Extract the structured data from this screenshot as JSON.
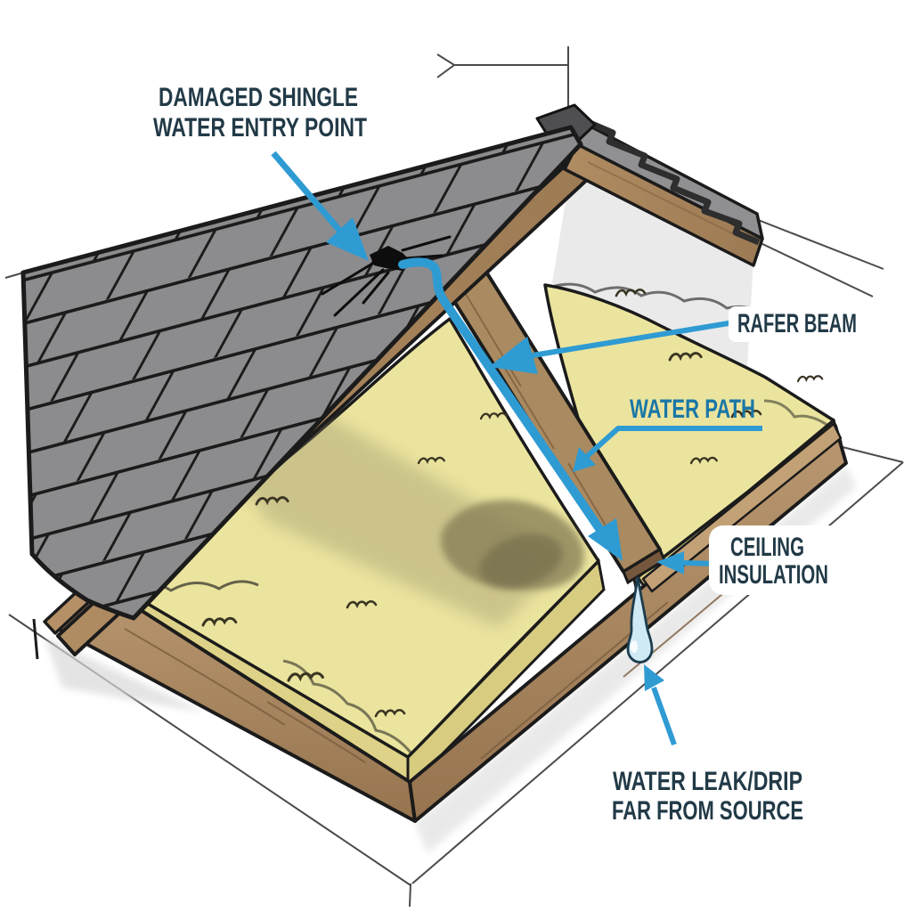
{
  "diagram": {
    "type": "roof-leak-cutaway-illustration",
    "labels": {
      "damaged_shingle": {
        "line1": "DAMAGED SHINGLE",
        "line2": "WATER ENTRY POINT"
      },
      "rafter_beam": "RAFER BEAM",
      "water_path": "WATER PATH",
      "ceiling_insulation": {
        "line1": "CEILING",
        "line2": "INSULATION"
      },
      "water_leak": {
        "line1": "WATER LEAK/DRIP",
        "line2": "FAR FROM SOURCE"
      }
    },
    "annotations": [
      {
        "label": "DAMAGED SHINGLE WATER ENTRY POINT",
        "arrow": "points down-right at cracked shingle"
      },
      {
        "label": "RAFER BEAM",
        "arrow": "points down-left at wooden rafter"
      },
      {
        "label": "WATER PATH",
        "arrow": "points down-left at blue water line on rafter"
      },
      {
        "label": "CEILING INSULATION",
        "arrow": "points left at insulation near rafter end"
      },
      {
        "label": "WATER LEAK/DRIP FAR FROM SOURCE",
        "arrow": "points up at hanging water drop"
      }
    ],
    "colors": {
      "arrow_blue": "#2f9bd3",
      "water_path_text_blue": "#1a77a7",
      "label_dark": "#223a47",
      "shingle_gray": "#8c8c8e",
      "wood_brown": "#ab8a60",
      "insulation_yellow": "#ebe49e",
      "stain_olive": "#857c55",
      "water_drop_fill": "#cfe9f5"
    }
  }
}
